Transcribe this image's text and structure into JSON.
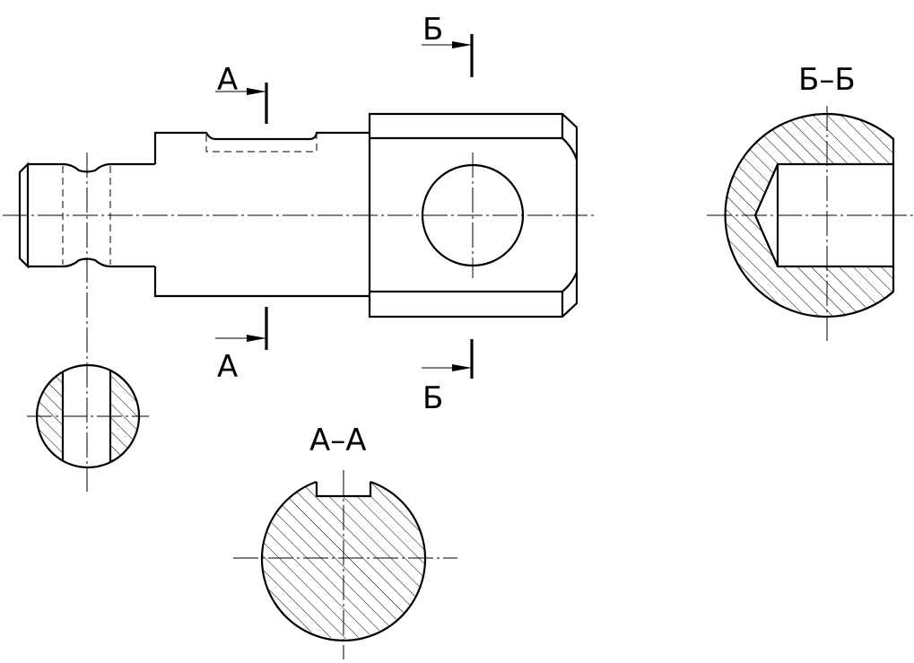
{
  "drawing": {
    "section_a": {
      "top_label": "А",
      "bottom_label": "А",
      "title": "А–А"
    },
    "section_b": {
      "top_label": "Б",
      "bottom_label": "Б",
      "title": "Б–Б"
    },
    "colors": {
      "line": "#000000",
      "background": "#ffffff"
    }
  }
}
